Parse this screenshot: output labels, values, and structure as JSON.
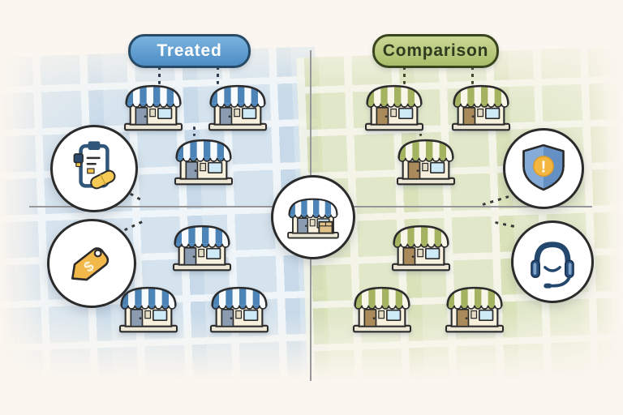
{
  "diagram": {
    "type": "treated-vs-comparison-store-map",
    "treated": {
      "label": "Treated",
      "pill_color": "#5a9bd0",
      "store_count": 6
    },
    "comparison": {
      "label": "Comparison",
      "pill_color": "#b7c77e",
      "store_count": 6
    },
    "center_icon": "store-with-package",
    "side_icons": [
      {
        "name": "clipboard-checklist-icon",
        "position": "top-left"
      },
      {
        "name": "price-tag-icon",
        "symbol": "$",
        "position": "bottom-left"
      },
      {
        "name": "alert-shield-icon",
        "symbol": "!",
        "position": "top-right"
      },
      {
        "name": "support-headset-icon",
        "position": "bottom-right"
      }
    ],
    "colors": {
      "background": "#fbf6ef",
      "map_left_tile": "#cfe0ee",
      "map_right_tile": "#dde6c3",
      "divider": "#98989a",
      "tag_yellow": "#f2b84a",
      "shield_blue": "#85abd8",
      "headset_navy": "#24476e"
    }
  }
}
